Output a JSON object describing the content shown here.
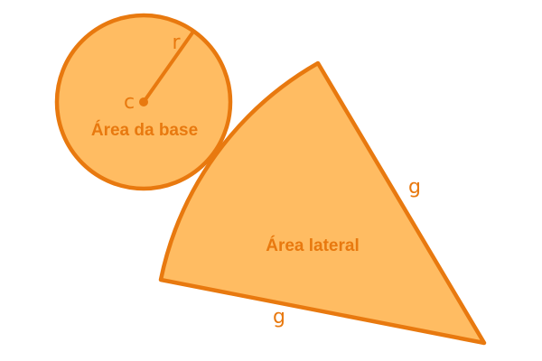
{
  "labels": {
    "base_area": "Área da base",
    "lateral_area": "Área lateral",
    "radius": "r",
    "center": "c",
    "generatrix_side": "g",
    "generatrix_bottom": "g"
  },
  "colors": {
    "stroke": "#E8790F",
    "fill": "#FFBC62",
    "label": "#E8790F"
  }
}
